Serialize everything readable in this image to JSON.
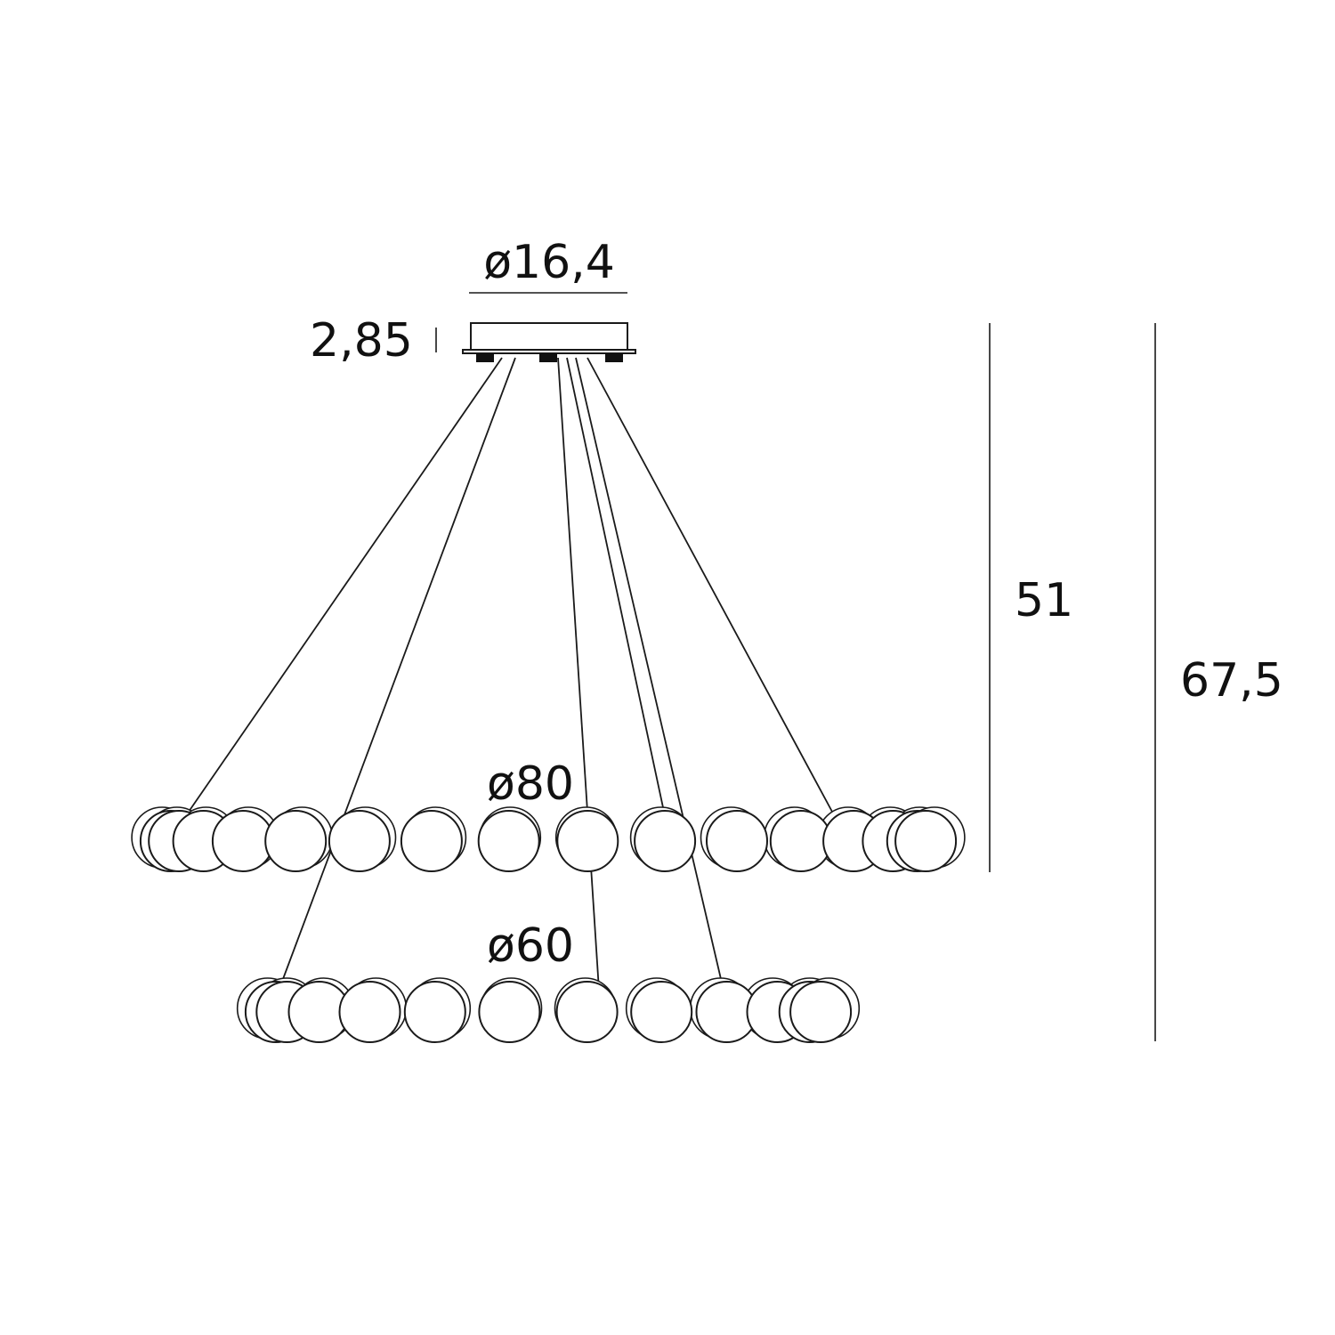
{
  "labels": {
    "canopy_diameter": "ø16,4",
    "canopy_height": "2,85",
    "upper_ring_diameter": "ø80",
    "lower_ring_diameter": "ø60",
    "drop_height": "51",
    "total_height": "67,5"
  },
  "colors": {
    "stroke": "#1a1a1a",
    "background": "#ffffff"
  }
}
